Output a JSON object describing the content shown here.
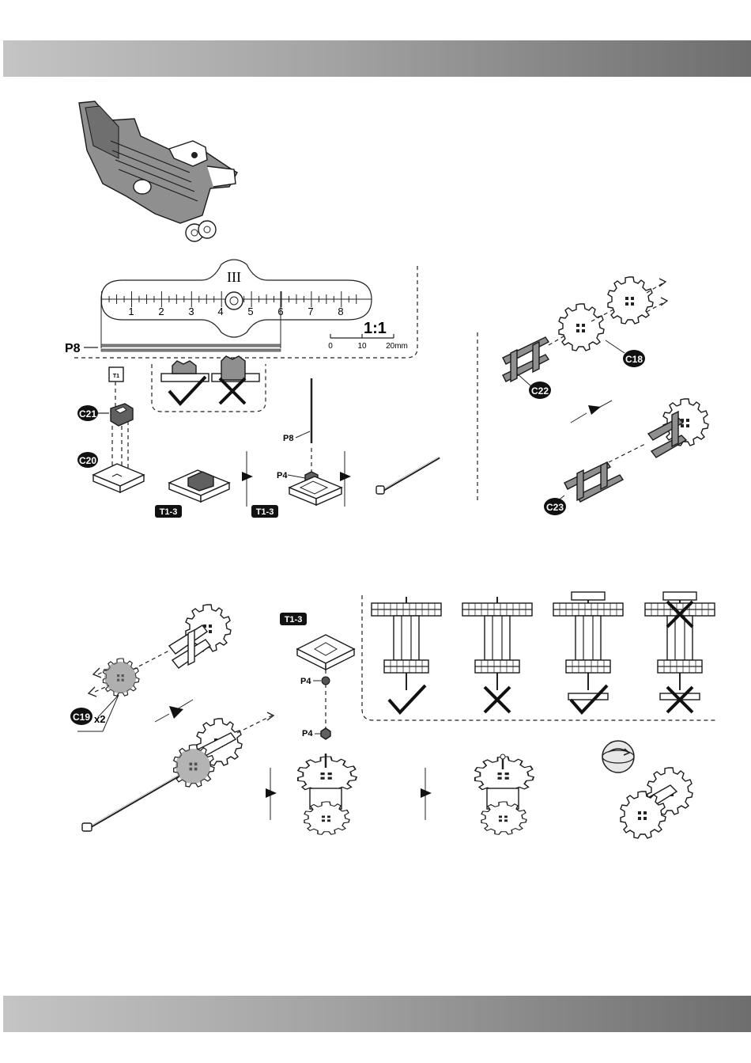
{
  "ruler": {
    "roman": "III",
    "numbers": [
      "1",
      "2",
      "3",
      "4",
      "5",
      "6",
      "7",
      "8"
    ],
    "scale": "1:1",
    "scale_ticks": [
      "0",
      "10",
      "20mm"
    ]
  },
  "labels": {
    "p8": "P8",
    "p4": "P4",
    "x2": "x2"
  },
  "badges": {
    "c18": "C18",
    "c19": "C19",
    "c20": "C20",
    "c21": "C21",
    "c22": "C22",
    "c23": "C23",
    "t13": "T1-3"
  },
  "colors": {
    "band_light": "#c4c4c4",
    "band_dark": "#6e6e6e",
    "part_grey": "#8f8f8f"
  },
  "icons": [
    "check-icon",
    "cross-icon",
    "arrow-right-icon",
    "rotate-icon"
  ]
}
